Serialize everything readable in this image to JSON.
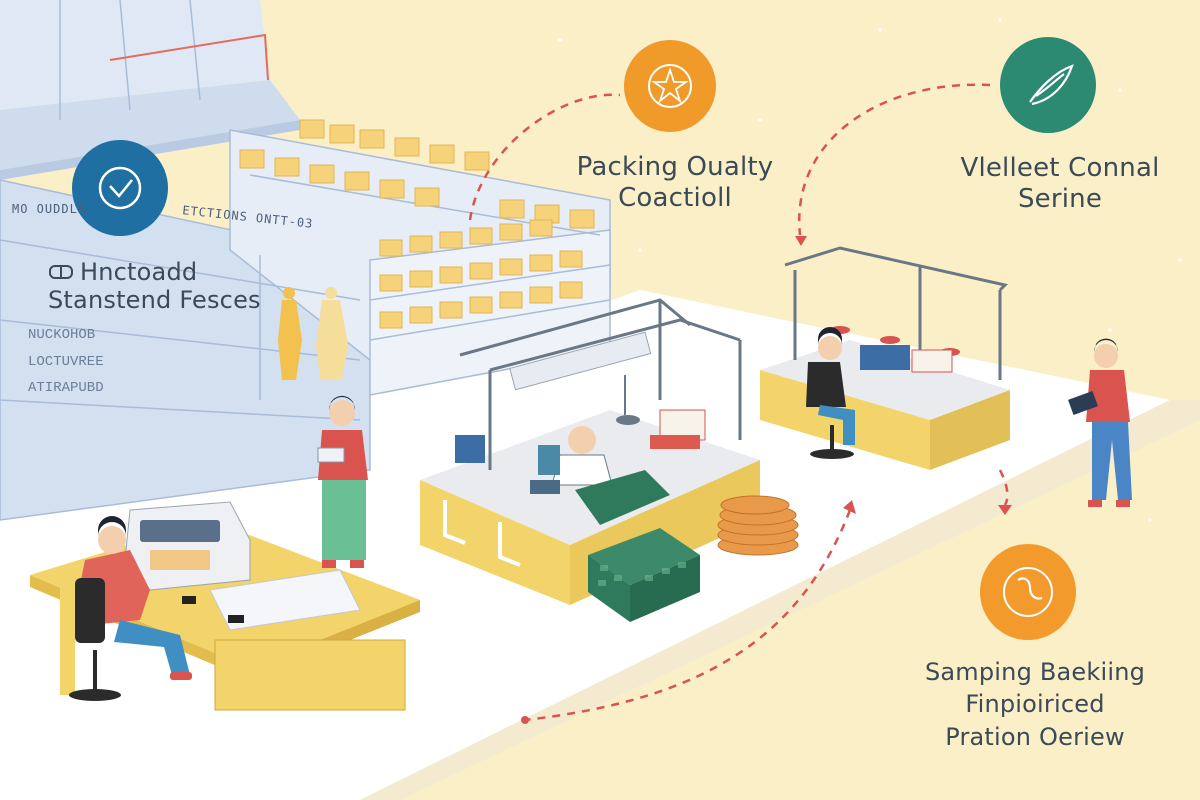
{
  "signs": {
    "left": "MO OUDDLR",
    "right": "ETCTIONS ONTT-03"
  },
  "callouts": [
    {
      "id": "standard",
      "icon": "checkmark-icon",
      "color": "#1f6fa3",
      "lines": [
        "Hnctoadd",
        "Stanstend Fesces"
      ]
    },
    {
      "id": "packing",
      "icon": "star-icon",
      "color": "#f09a2a",
      "lines": [
        "Packing Oualty",
        "Coactioll"
      ]
    },
    {
      "id": "control",
      "icon": "leaf-icon",
      "color": "#2d8a72",
      "lines": [
        "Vlelleet Connal",
        "Serine"
      ]
    },
    {
      "id": "sampling",
      "icon": "hook-icon",
      "color": "#f39a2c",
      "lines": [
        "Samping Baekiing",
        "Finpioiriced",
        "Pration Oeriew"
      ]
    }
  ],
  "faint_text": [
    "NUCKOHOB",
    "LOCTUVREE",
    "ATIRAPUBD"
  ],
  "colors": {
    "background": "#fbefc8",
    "floor": "#ffffff",
    "desk": "#f2d46b",
    "worktop": "#e9ebef",
    "building": "#d7e3f2",
    "dashed_path": "#d9534f"
  }
}
